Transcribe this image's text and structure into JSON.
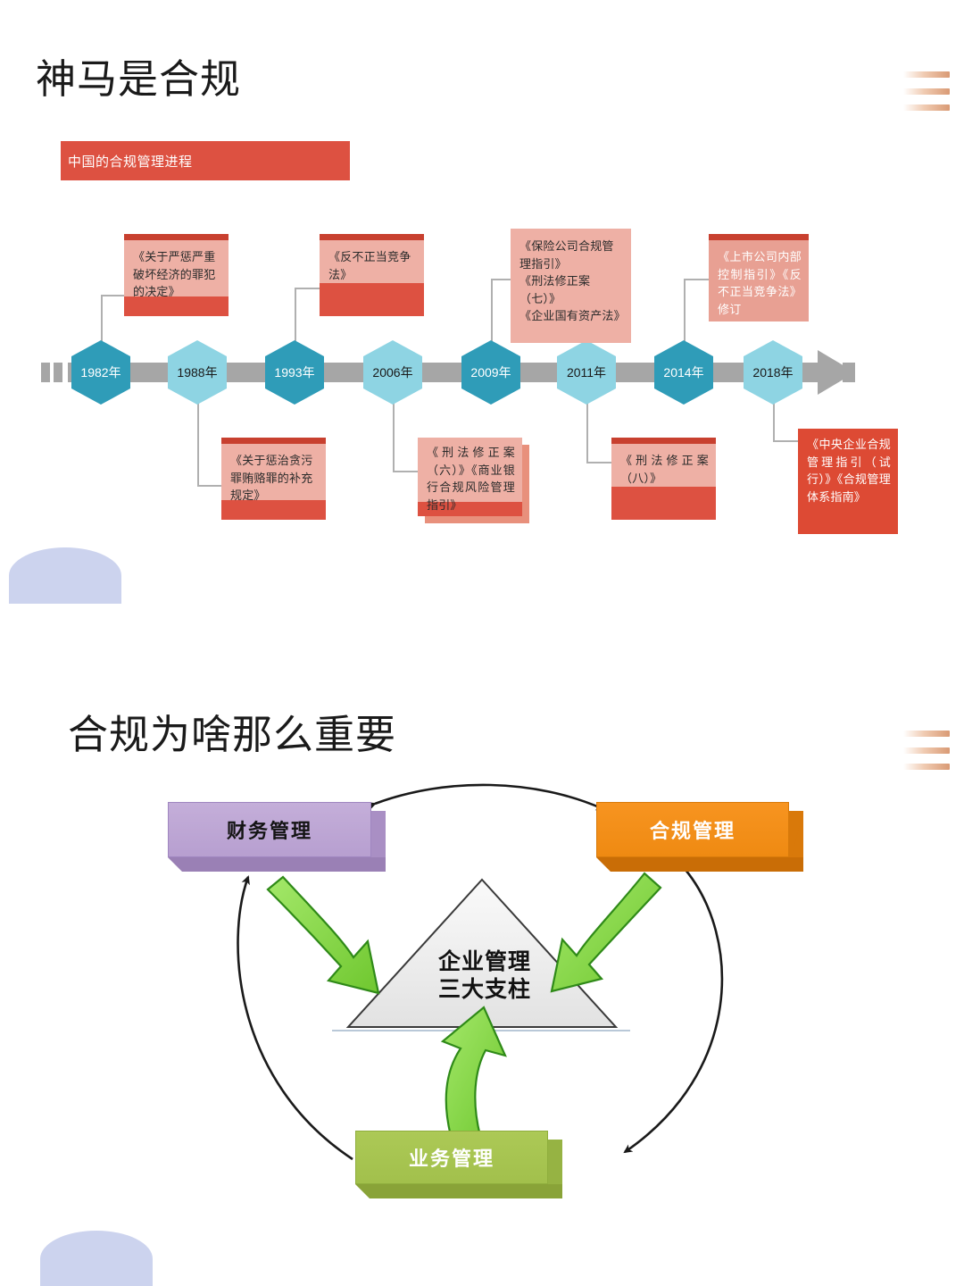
{
  "slide1": {
    "title": "神马是合规",
    "subtitle_banner": "中国的合规管理进程",
    "hamburger_icon": "hamburger-icon",
    "timeline": {
      "markers": [
        {
          "label": "1982年",
          "tone": "dark"
        },
        {
          "label": "1988年",
          "tone": "light"
        },
        {
          "label": "1993年",
          "tone": "dark"
        },
        {
          "label": "2006年",
          "tone": "light"
        },
        {
          "label": "2009年",
          "tone": "dark"
        },
        {
          "label": "2011年",
          "tone": "light"
        },
        {
          "label": "2014年",
          "tone": "dark"
        },
        {
          "label": "2018年",
          "tone": "light"
        }
      ],
      "cards": [
        {
          "year": "1982年",
          "position": "above",
          "style": "two-tone",
          "text": "《关于严惩严重破坏经济的罪犯的决定》"
        },
        {
          "year": "1988年",
          "position": "below",
          "style": "two-tone",
          "text": "《关于惩治贪污罪贿赂罪的补充规定》"
        },
        {
          "year": "1993年",
          "position": "above",
          "style": "two-tone",
          "text": "《反不正当竞争法》"
        },
        {
          "year": "2006年",
          "position": "below",
          "style": "two-tone-shadow",
          "text": "《刑法修正案（六）》《商业银行合规风险管理指引》"
        },
        {
          "year": "2009年",
          "position": "above",
          "style": "pink-full",
          "text": "《保险公司合规管理指引》\n《刑法修正案（七）》\n《企业国有资产法》"
        },
        {
          "year": "2011年",
          "position": "below",
          "style": "two-tone",
          "text": "《刑法修正案（八）》"
        },
        {
          "year": "2014年",
          "position": "above",
          "style": "white-on-pink",
          "text": "《上市公司内部控制指引》《反不正当竞争法》修订"
        },
        {
          "year": "2018年",
          "position": "below",
          "style": "solid-red",
          "text": "《中央企业合规管理指引（试行）》《合规管理体系指南》"
        }
      ]
    },
    "colors": {
      "banner": "#dd5141",
      "card_red": "#dd5141",
      "card_pink": "#eeb0a5",
      "hex_dark": "#2f9cb8",
      "hex_light": "#8ed4e3",
      "track_gray": "#a6a6a6",
      "semicircle": "#ccd3ee"
    }
  },
  "slide2": {
    "title": "合规为啥那么重要",
    "hamburger_icon": "hamburger-icon",
    "pillars": [
      {
        "label": "财务管理",
        "color": "#b79fd0",
        "position": "top-left"
      },
      {
        "label": "合规管理",
        "color": "#f79420",
        "position": "top-right"
      },
      {
        "label": "业务管理",
        "color": "#a2c04c",
        "position": "bottom-center"
      }
    ],
    "center": {
      "line1": "企业管理",
      "line2": "三大支柱",
      "shape": "triangle"
    },
    "colors": {
      "arrow_black": "#1a1a1a",
      "arrow_green": "#7ed343",
      "triangle_fill": "#f0f0f0",
      "semicircle": "#ccd3ee"
    }
  }
}
